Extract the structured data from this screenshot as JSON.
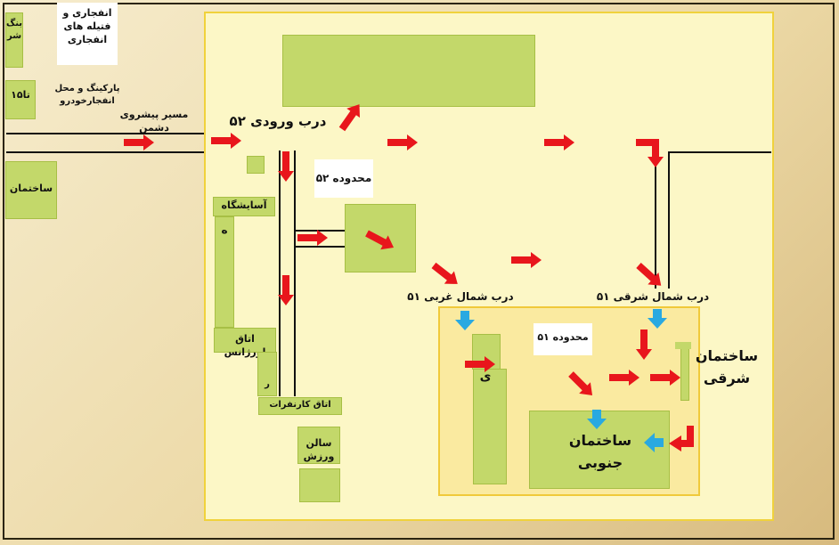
{
  "colors": {
    "background": "#f1e2b9",
    "main_area": "#fcf7c6",
    "sub_area": "#faeaa0",
    "building": "#c3d86a",
    "arrow_red": "#e8161c",
    "arrow_blue": "#29a9e1",
    "line": "#111111"
  },
  "labels": {
    "explosives": "انفجاری و فتیله های انفجاری",
    "left_top_partial": "بنگ شر",
    "left_15_partial": "۱۵تا",
    "parking": "پارکینگ و محل انفجارخودرو",
    "enemy_route": "مسیر پیشروی دشمن",
    "left_building_partial": "ساختمان",
    "entrance_52": "درب ورودی ۵۲",
    "zone_52": "محدوده ۵۲",
    "dormitory": "آسایشگاه",
    "dorm_partial": "ه",
    "emergency_room": "اتاق اورژانس",
    "room_partial": "ر",
    "guard_room": "اتاق کارنفرات",
    "gym": "سالن ورزش",
    "nw_gate_51": "درب شمال غربی ۵۱",
    "ne_gate_51": "درب شمال شرقی ۵۱",
    "zone_51": "محدوده ۵۱",
    "inner_partial": "ی",
    "east_building": "ساختمان شرقی",
    "south_building": "ساختمان جنوبی"
  },
  "icons": [
    "red-arrow-icon",
    "blue-arrow-icon"
  ]
}
